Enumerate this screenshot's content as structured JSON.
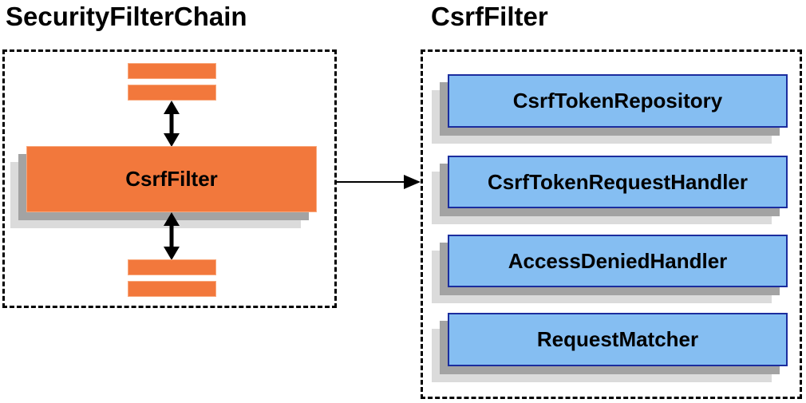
{
  "diagram": {
    "left_panel": {
      "title": "SecurityFilterChain",
      "filter_box_label": "CsrfFilter"
    },
    "right_panel": {
      "title": "CsrfFilter",
      "components": [
        "CsrfTokenRepository",
        "CsrfTokenRequestHandler",
        "AccessDeniedHandler",
        "RequestMatcher"
      ]
    },
    "colors": {
      "orange_fill": "#F2783C",
      "orange_border": "#F9A87C",
      "blue_fill": "#85BEF2",
      "blue_border": "#1B2D9E",
      "shadow_dark": "#A3A3A3",
      "shadow_light": "#DBDBDB",
      "line_black": "#000000",
      "background": "#FFFFFF"
    }
  }
}
